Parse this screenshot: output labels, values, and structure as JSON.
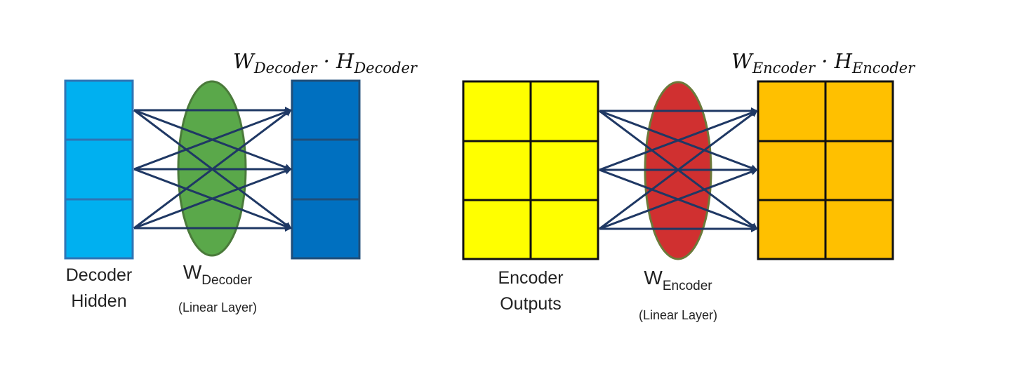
{
  "decoder": {
    "formula": {
      "w": "W",
      "w_sub": "Decoder",
      "dot": "·",
      "h": "H",
      "h_sub": "Decoder"
    },
    "input_label_line1": "Decoder",
    "input_label_line2": "Hidden",
    "weight_label": "W",
    "weight_sub": "Decoder",
    "layer_label": "(Linear Layer)",
    "colors": {
      "input": "#00b0f0",
      "input_border": "#2e74b5",
      "ellipse": "#5aa84a",
      "ellipse_border": "#4a7a3a",
      "output": "#0070c0",
      "output_border": "#1f4e79"
    }
  },
  "encoder": {
    "formula": {
      "w": "W",
      "w_sub": "Encoder",
      "dot": "·",
      "h": "H",
      "h_sub": "Encoder"
    },
    "input_label_line1": "Encoder",
    "input_label_line2": "Outputs",
    "weight_label": "W",
    "weight_sub": "Encoder",
    "layer_label": "(Linear Layer)",
    "colors": {
      "input": "#ffff00",
      "input_border": "#111111",
      "ellipse": "#d03030",
      "ellipse_border": "#6b7a3a",
      "output": "#ffc000",
      "output_border": "#111111"
    }
  },
  "arrow_color": "#1f3864"
}
